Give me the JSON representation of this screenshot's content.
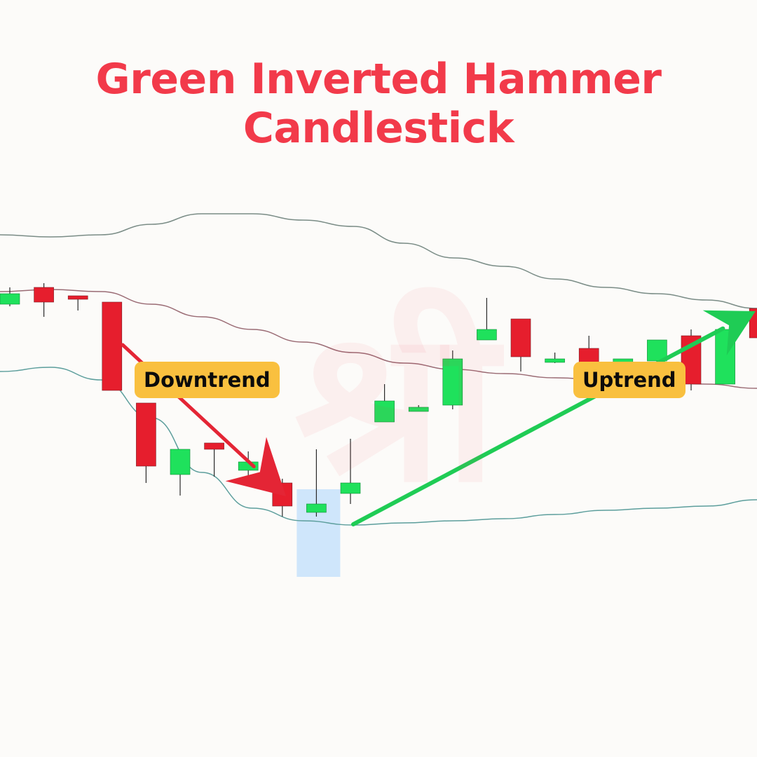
{
  "title_line1": "Green Inverted Hammer",
  "title_line2": "Candlestick",
  "watermark": "श्री",
  "labels": {
    "downtrend": "Downtrend",
    "uptrend": "Uptrend"
  },
  "colors": {
    "title": "#f23a4a",
    "bullish": "#1fe15c",
    "bearish": "#e61e2d",
    "label_bg": "#f9c03f",
    "highlight": "#cfe6fb",
    "upper_band": "#7a8c86",
    "middle_band": "#9a6b74",
    "lower_band": "#5c9e9c",
    "down_arrow": "#e42535",
    "up_arrow": "#1fcc55"
  },
  "chart_data": {
    "type": "candlestick",
    "candles": [
      {
        "dir": "up",
        "open": 12.2,
        "close": 12.7,
        "high": 13.0,
        "low": 12.1
      },
      {
        "dir": "down",
        "open": 13.0,
        "close": 12.3,
        "high": 13.2,
        "low": 11.6
      },
      {
        "dir": "down",
        "open": 12.6,
        "close": 12.5,
        "high": 12.6,
        "low": 11.9
      },
      {
        "dir": "down",
        "open": 12.3,
        "close": 8.1,
        "high": 12.3,
        "low": 8.1
      },
      {
        "dir": "down",
        "open": 7.5,
        "close": 4.5,
        "high": 7.5,
        "low": 3.7
      },
      {
        "dir": "up",
        "open": 4.1,
        "close": 5.3,
        "high": 5.3,
        "low": 3.1
      },
      {
        "dir": "down",
        "open": 5.6,
        "close": 5.3,
        "high": 5.6,
        "low": 4.0
      },
      {
        "dir": "up",
        "open": 4.3,
        "close": 4.7,
        "high": 5.2,
        "low": 3.6
      },
      {
        "dir": "down",
        "open": 3.7,
        "close": 2.6,
        "high": 3.9,
        "low": 2.1
      },
      {
        "dir": "up",
        "open": 2.3,
        "close": 2.7,
        "high": 5.3,
        "low": 2.1
      },
      {
        "dir": "up",
        "open": 3.2,
        "close": 3.7,
        "high": 5.8,
        "low": 2.7
      },
      {
        "dir": "up",
        "open": 6.6,
        "close": 7.6,
        "high": 8.4,
        "low": 6.6
      },
      {
        "dir": "up",
        "open": 7.1,
        "close": 7.3,
        "high": 7.4,
        "low": 7.1
      },
      {
        "dir": "up",
        "open": 7.4,
        "close": 9.6,
        "high": 10.0,
        "low": 7.2
      },
      {
        "dir": "up",
        "open": 10.5,
        "close": 11.0,
        "high": 12.5,
        "low": 10.5
      },
      {
        "dir": "down",
        "open": 11.5,
        "close": 9.7,
        "high": 11.5,
        "low": 9.0
      },
      {
        "dir": "up",
        "open": 9.5,
        "close": 9.6,
        "high": 9.9,
        "low": 9.4
      },
      {
        "dir": "down",
        "open": 10.1,
        "close": 8.7,
        "high": 10.7,
        "low": 8.0
      },
      {
        "dir": "up",
        "open": 8.2,
        "close": 9.6,
        "high": 9.6,
        "low": 8.1
      },
      {
        "dir": "up",
        "open": 9.5,
        "close": 10.5,
        "high": 10.5,
        "low": 8.4
      },
      {
        "dir": "down",
        "open": 10.7,
        "close": 8.4,
        "high": 11.0,
        "low": 8.1
      },
      {
        "dir": "up",
        "open": 8.4,
        "close": 11.0,
        "high": 11.0,
        "low": 8.4
      },
      {
        "dir": "down",
        "open": 12.0,
        "close": 10.6,
        "high": 12.4,
        "low": 10.0
      }
    ],
    "bands": {
      "upper": [
        15.5,
        15.4,
        15.5,
        16.0,
        16.5,
        16.5,
        16.2,
        15.9,
        15.1,
        14.4,
        14.0,
        13.4,
        13.0,
        12.7,
        12.4,
        12.0
      ],
      "middle": [
        12.8,
        12.9,
        12.8,
        12.2,
        11.6,
        11.0,
        10.4,
        9.9,
        9.4,
        9.1,
        8.9,
        8.7,
        8.6,
        8.5,
        8.4,
        8.2
      ],
      "lower": [
        9.0,
        9.2,
        8.6,
        6.8,
        4.2,
        2.5,
        1.9,
        1.7,
        1.8,
        1.9,
        2.0,
        2.2,
        2.4,
        2.5,
        2.6,
        2.9
      ]
    },
    "highlighted_index": 9,
    "annotations": [
      "Downtrend",
      "Uptrend"
    ]
  }
}
